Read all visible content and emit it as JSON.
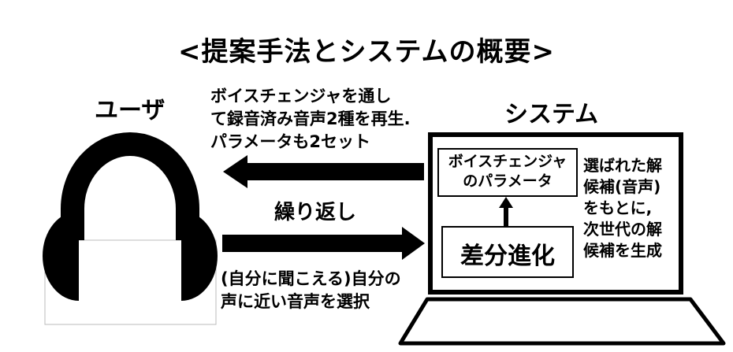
{
  "title": "<提案手法とシステムの概要>",
  "user_label": "ユーザ",
  "system_label": "システム",
  "playback_text": [
    "ボイスチェンジャを通し",
    "て録音済み音声2種を再生.",
    "パラメータも2セット"
  ],
  "loop_label": "繰り返し",
  "selection_text": [
    "(自分に聞こえる)自分の",
    "声に近い音声を選択"
  ],
  "params_box_text": [
    "ボイスチェンジャ",
    "のパラメータ"
  ],
  "de_box_text": "差分進化",
  "next_gen_text": [
    "選ばれた解",
    "候補(音声)",
    "をもとに,",
    "次世代の解",
    "候補を生成"
  ],
  "colors": {
    "ink": "#000000",
    "paper": "#ffffff"
  },
  "icons": [
    "headphones-icon",
    "laptop-icon",
    "arrow-left-icon",
    "arrow-right-icon",
    "arrow-up-icon"
  ]
}
